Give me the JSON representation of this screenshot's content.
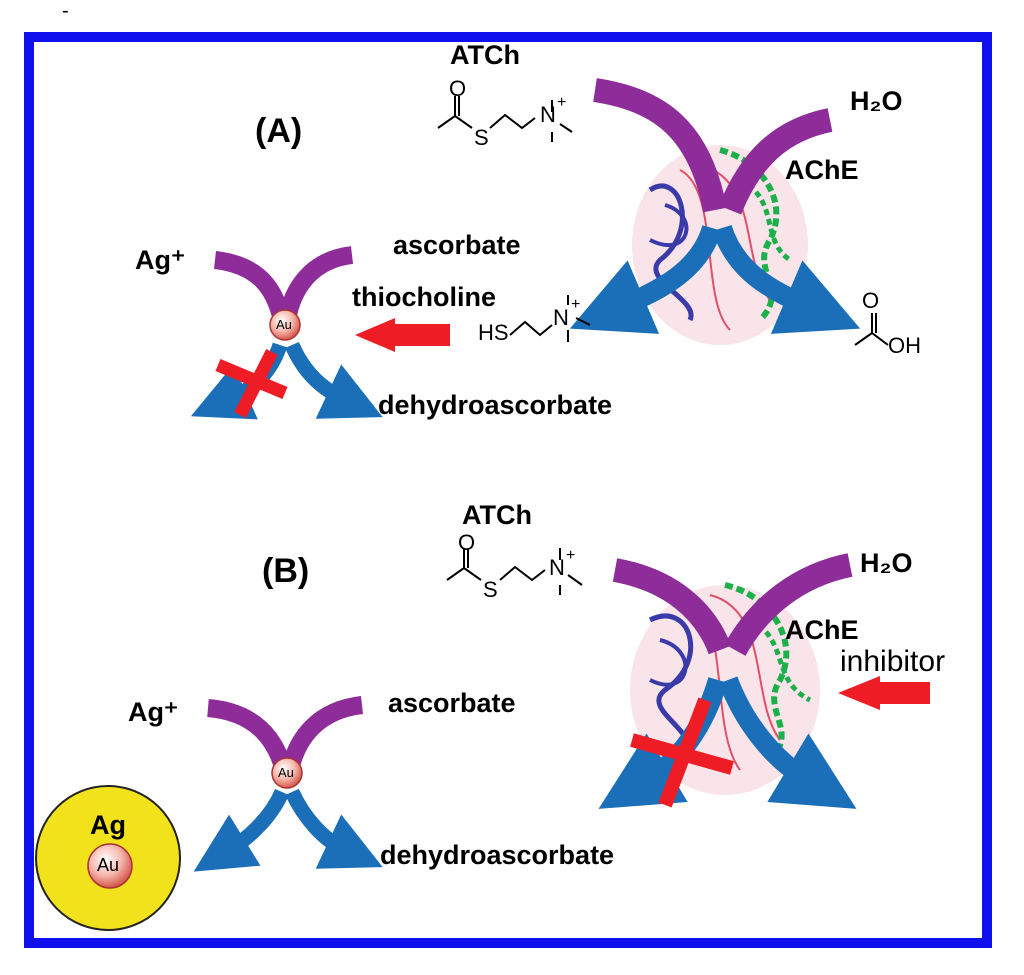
{
  "top_mark": "-",
  "panel_a": {
    "label": "(A)",
    "substrate": "ATCh",
    "water": "H₂O",
    "enzyme": "AChE",
    "ion": "Ag⁺",
    "reductant": "ascorbate",
    "product_thiol": "thiocholine",
    "oxidized": "dehydroascorbate",
    "acid_oh": "OH",
    "core": "Au"
  },
  "panel_b": {
    "label": "(B)",
    "substrate": "ATCh",
    "water": "H₂O",
    "enzyme": "AChE",
    "inhibitor": "inhibitor",
    "ion": "Ag⁺",
    "reductant": "ascorbate",
    "oxidized": "dehydroascorbate",
    "core": "Au",
    "shell": "Ag"
  },
  "chem": {
    "S": "S",
    "O": "O",
    "N": "N",
    "plus": "+",
    "HS": "HS"
  },
  "colors": {
    "frame": "#1010ee",
    "purple": "#8e2c9a",
    "blue": "#1a6fb8",
    "red": "#ee1c24",
    "gold": "#f2e21c",
    "green": "#1bb04a"
  }
}
